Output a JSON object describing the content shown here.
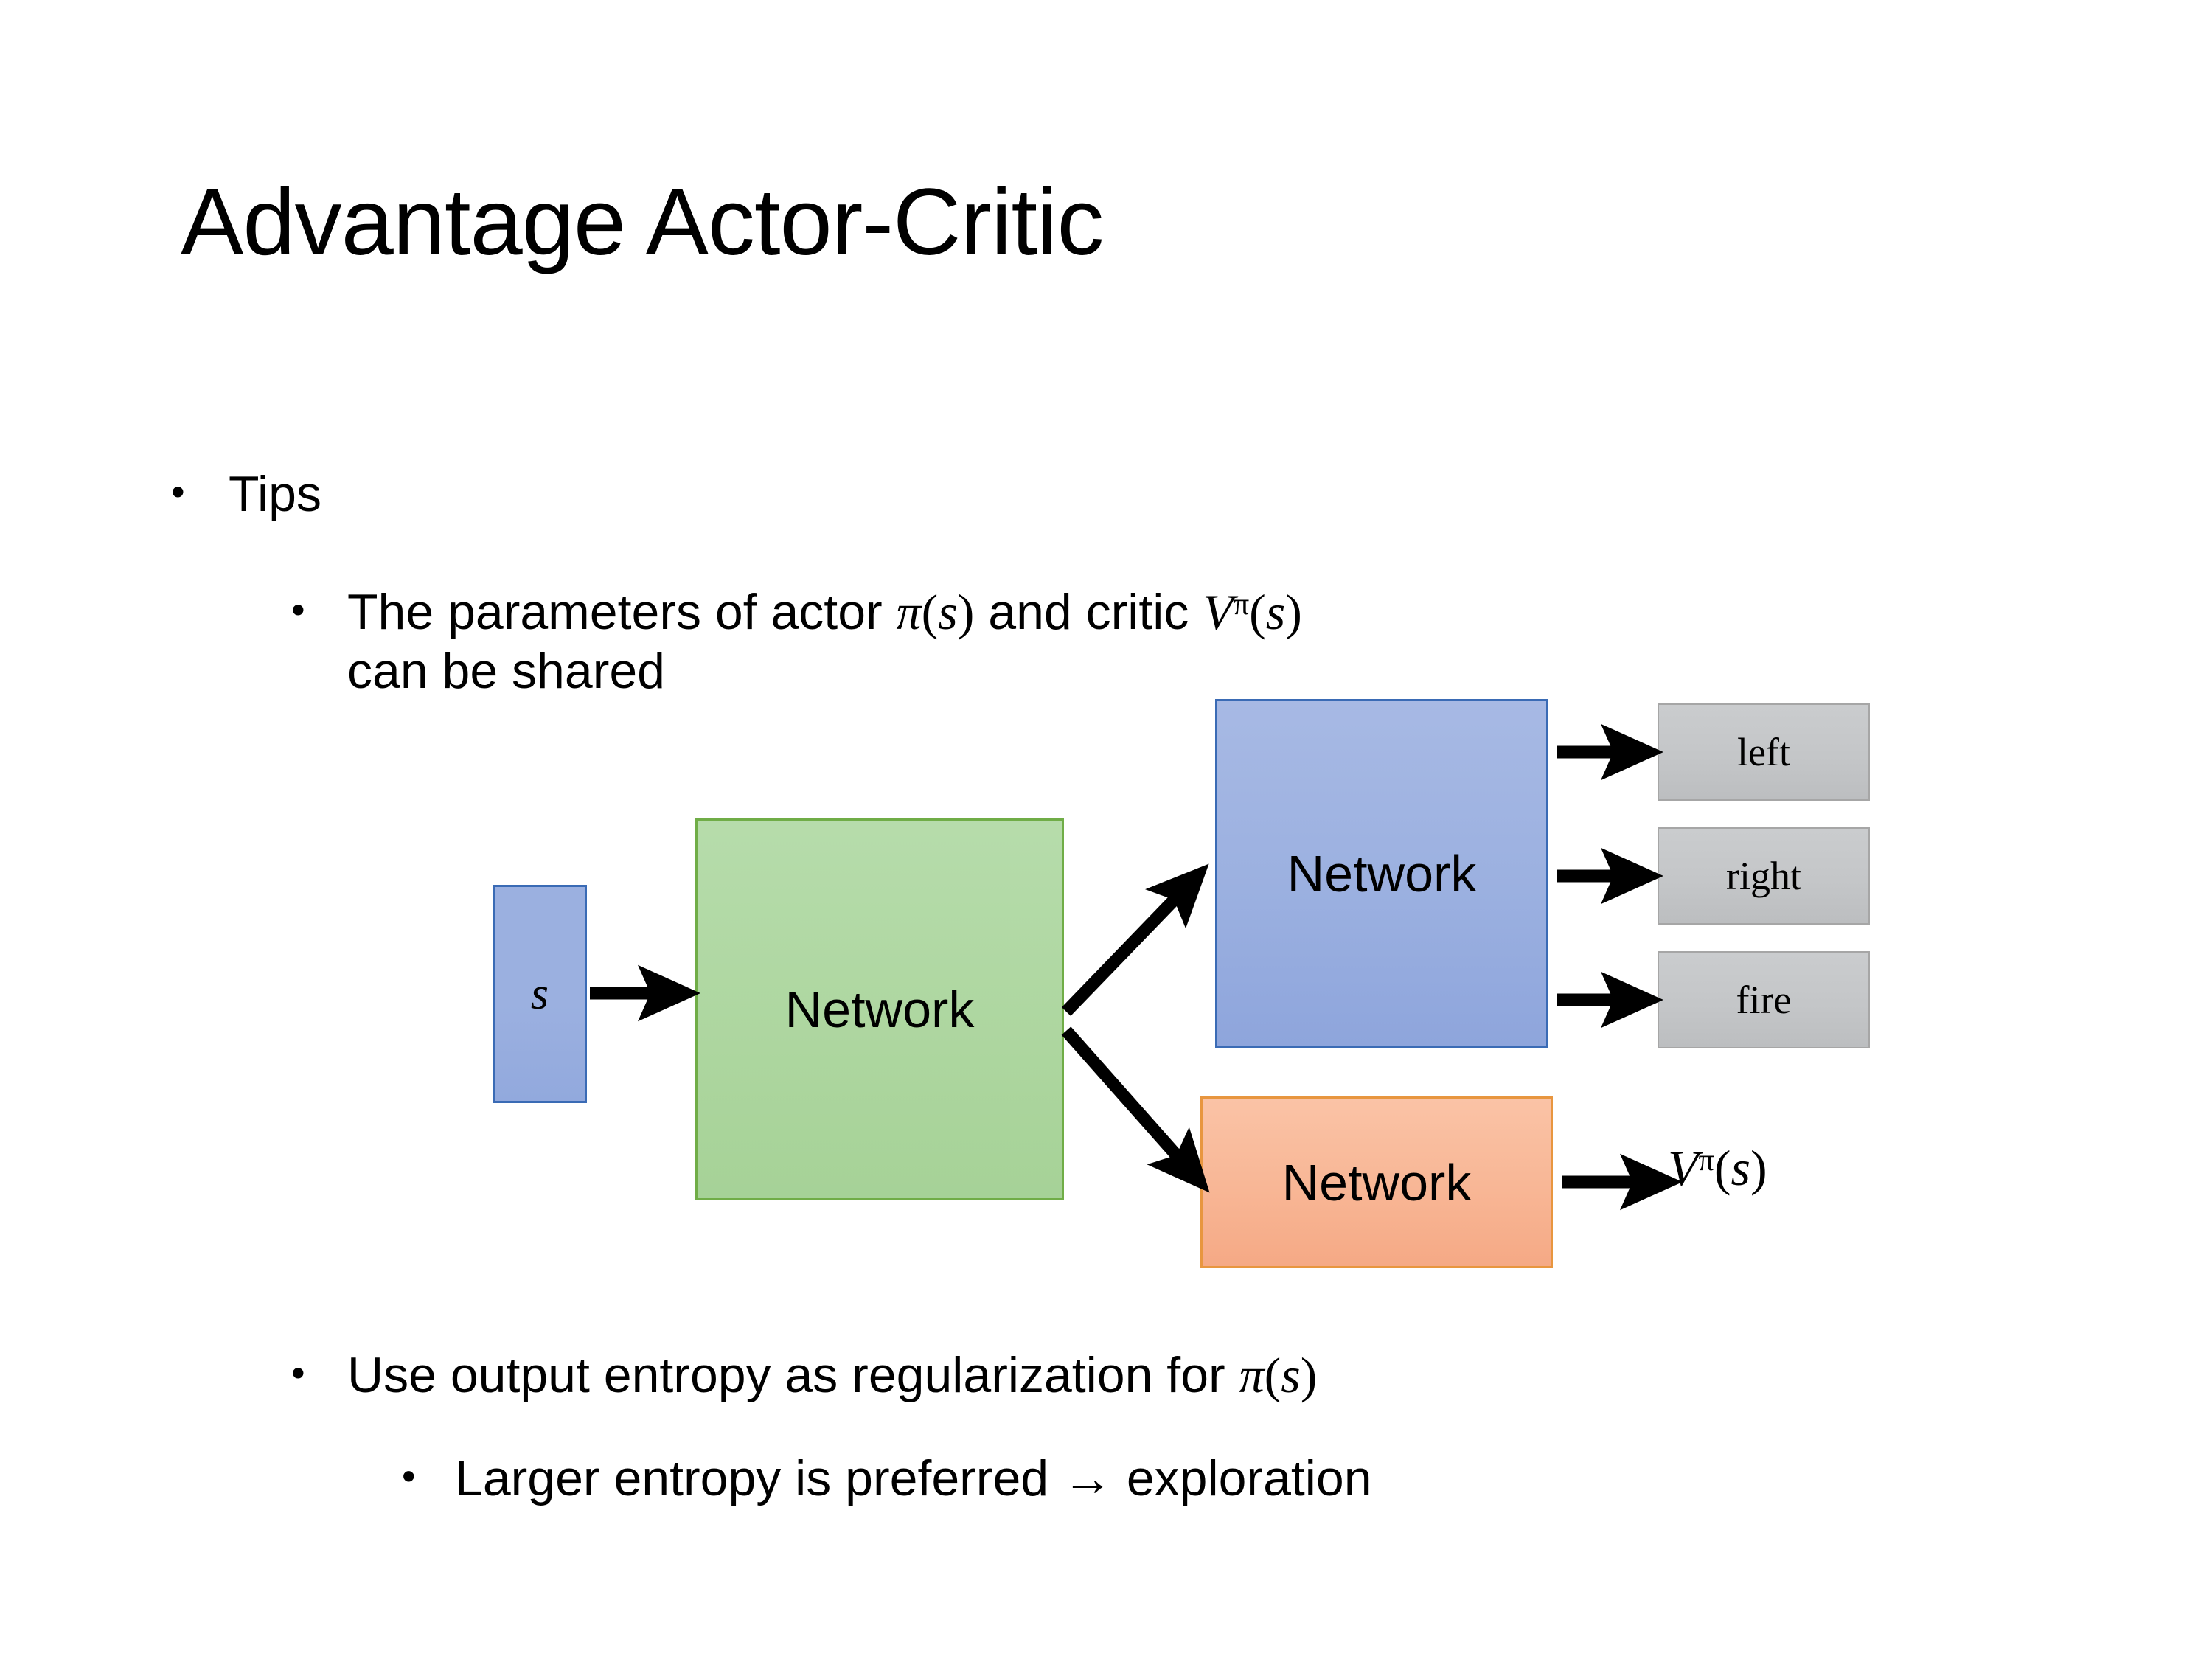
{
  "slide": {
    "title": "Advantage Actor-Critic",
    "background_color": "#FFFFFF"
  },
  "bullets": {
    "tips": "Tips",
    "params_prefix": "The parameters of actor ",
    "params_pi": "π",
    "params_mid": "  and critic ",
    "params_v": "V",
    "params_v_sup": "π",
    "params_tail": "can be shared",
    "entropy_prefix": "Use output entropy as regularization for ",
    "entropy_pi": "π",
    "larger": "Larger entropy is preferred → exploration",
    "marker_level1": "•",
    "marker_level2": "•",
    "marker_level3": "•",
    "paren_open": "(",
    "paren_close": ")",
    "arg_s": "s"
  },
  "diagram": {
    "state_label": "s",
    "shared_network_label": "Network",
    "actor_network_label": "Network",
    "critic_network_label": "Network",
    "outputs": [
      {
        "label": "left"
      },
      {
        "label": "right"
      },
      {
        "label": "fire"
      }
    ],
    "value_output": {
      "symbol": "V",
      "superscript": "π",
      "paren_open": "(",
      "arg": "s",
      "paren_close": ")"
    },
    "colors": {
      "state_fill": "#9BB0E0",
      "state_border": "#3A6BB5",
      "shared_fill": "#ADD69F",
      "shared_border": "#70AD47",
      "actor_fill": "#9BB0E0",
      "actor_border": "#3A6BB5",
      "critic_fill": "#F8B695",
      "critic_border": "#E8963F",
      "output_fill": "#C4C6C8",
      "output_border": "#A6A6A6",
      "arrow": "#000000"
    }
  }
}
